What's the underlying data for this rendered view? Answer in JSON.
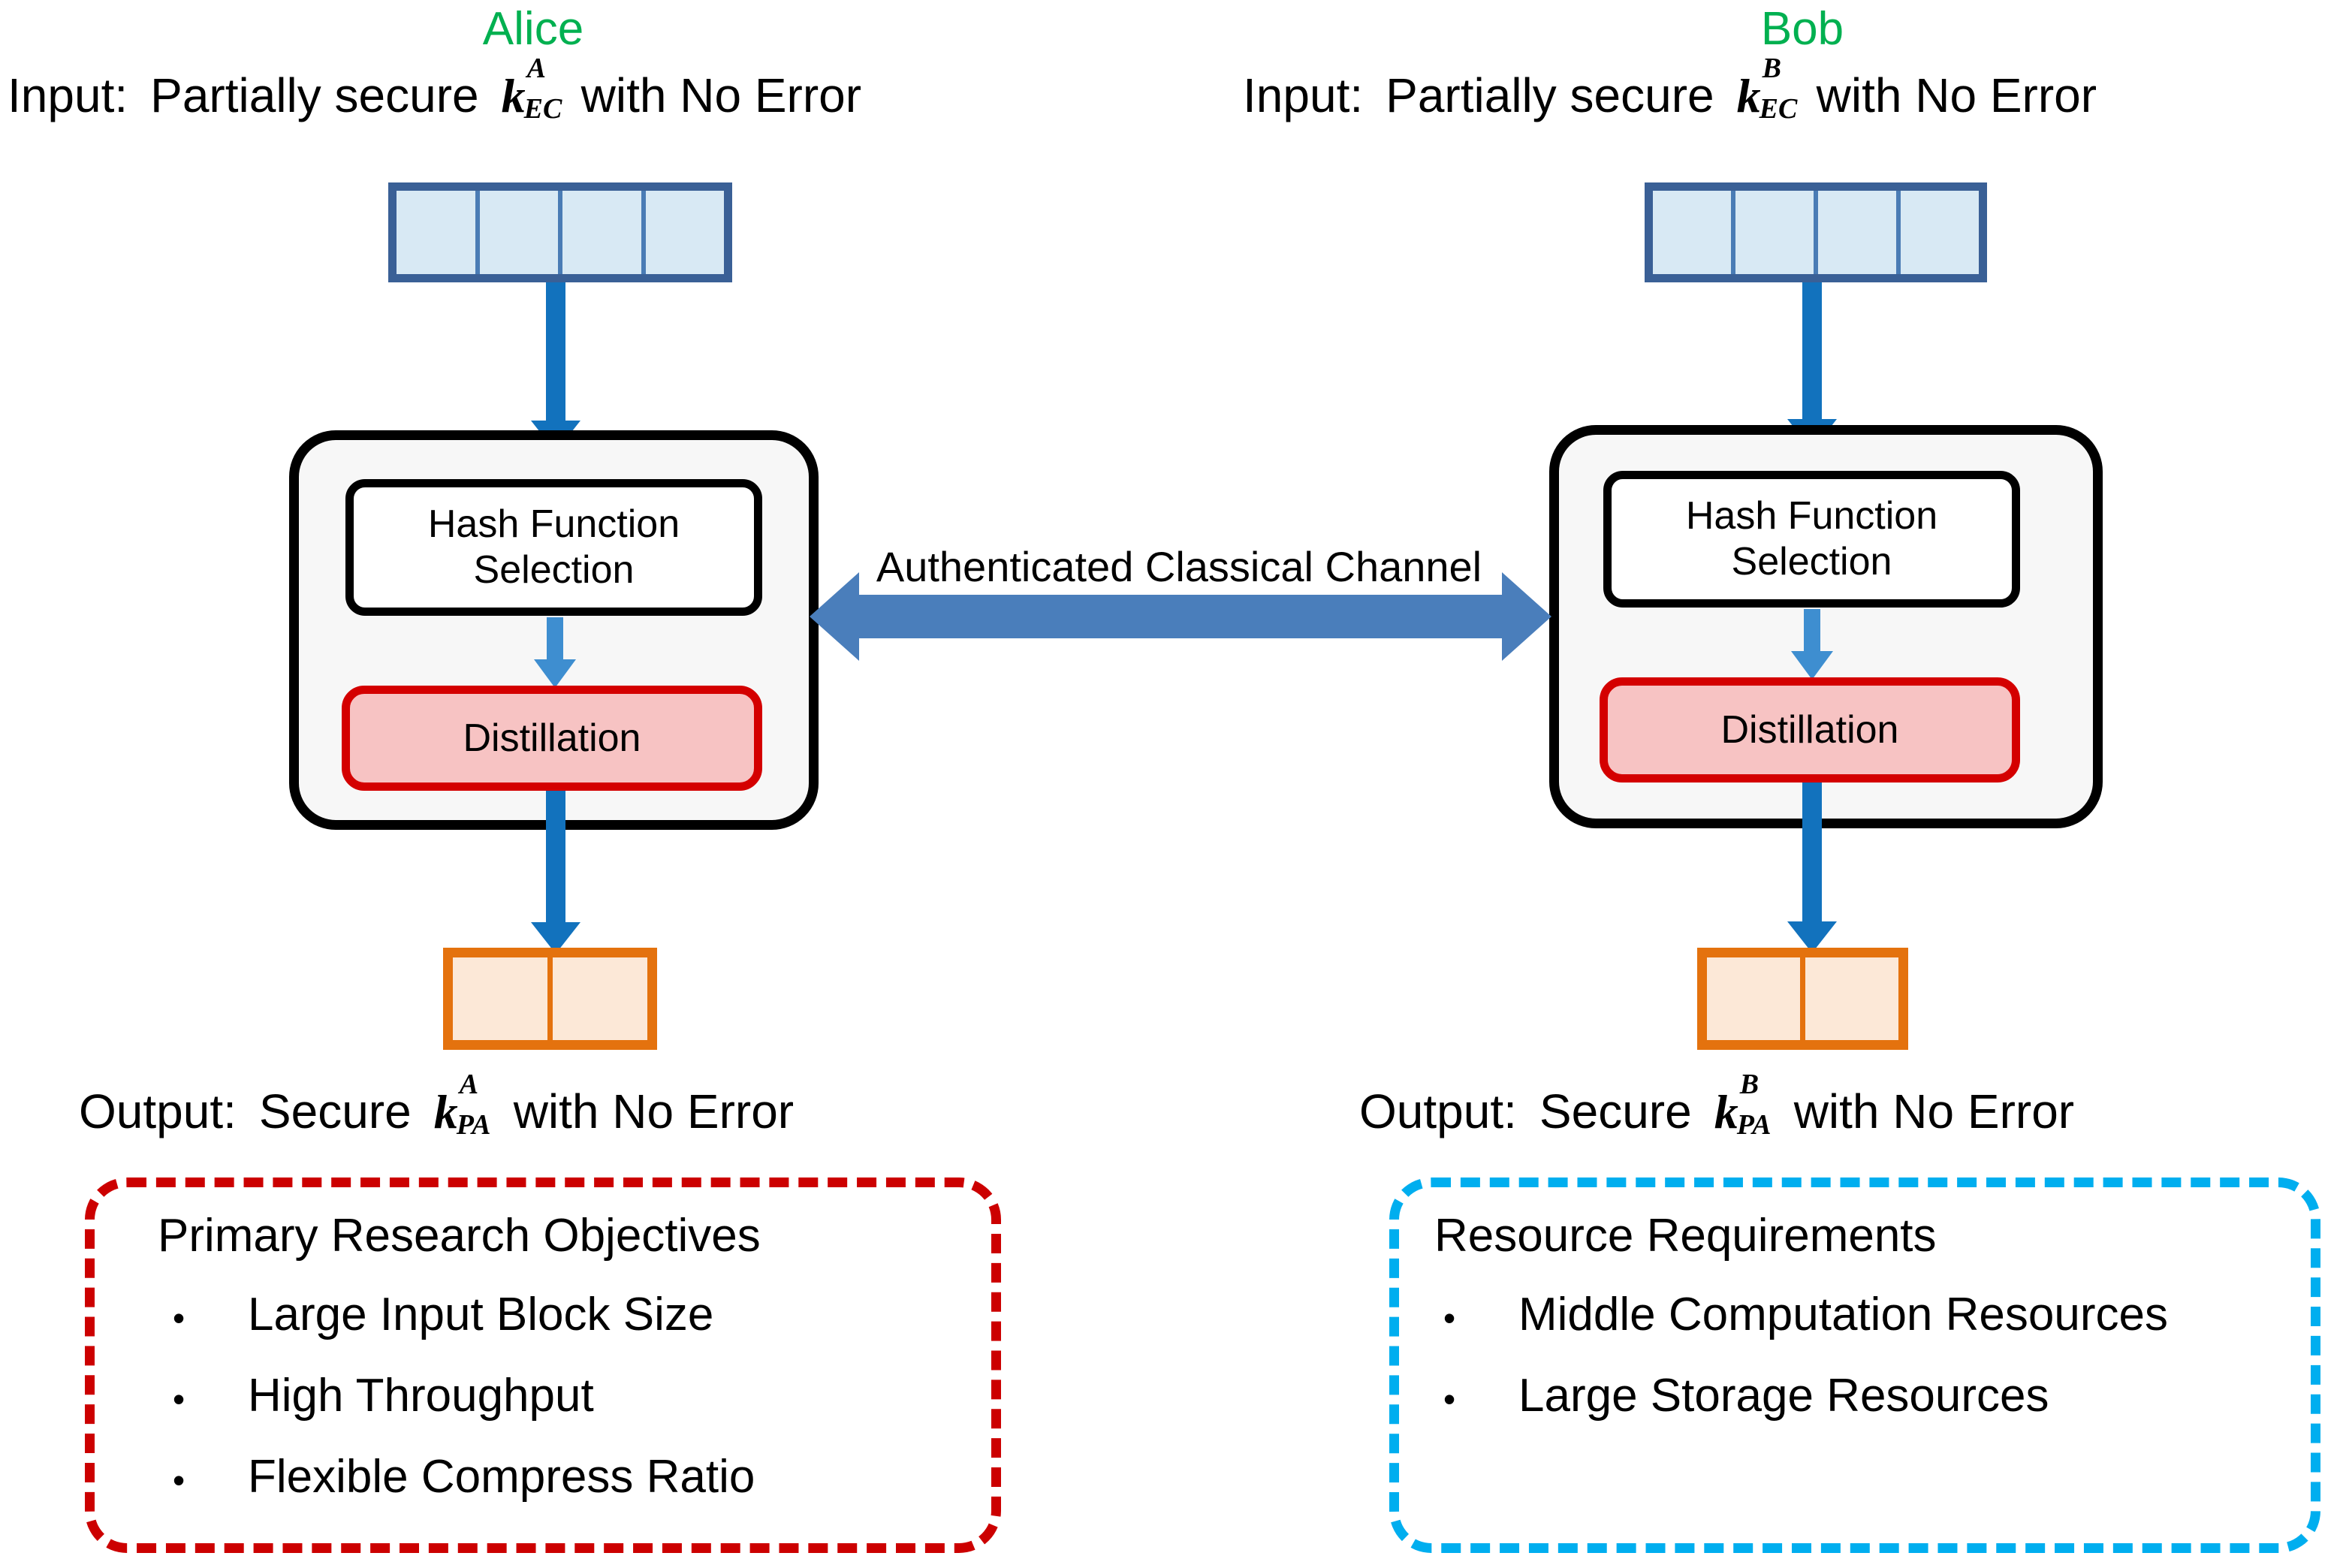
{
  "parties": {
    "alice": {
      "title": "Alice",
      "title_color": "#00b050",
      "input_caption": {
        "lead": "Input:",
        "text_before": "Partially secure",
        "key_base": "k",
        "key_sup": "A",
        "key_sub": "EC",
        "text_after": "with No Error"
      },
      "output_caption": {
        "lead": "Output:",
        "text_before": "Secure",
        "key_base": "k",
        "key_sup": "A",
        "key_sub": "PA",
        "text_after": "with No Error"
      },
      "input_block": {
        "segments": 4,
        "border_color": "#3a6096",
        "fill_color": "#d8e9f4"
      },
      "output_block": {
        "segments": 2,
        "border_color": "#e4720e",
        "fill_color": "#fce8d7"
      },
      "process": {
        "hash_box_line1": "Hash Function",
        "hash_box_line2": "Selection",
        "distill_label": "Distillation"
      }
    },
    "bob": {
      "title": "Bob",
      "title_color": "#00b050",
      "input_caption": {
        "lead": "Input:",
        "text_before": "Partially secure",
        "key_base": "k",
        "key_sup": "B",
        "key_sub": "EC",
        "text_after": "with No Error"
      },
      "output_caption": {
        "lead": "Output:",
        "text_before": "Secure",
        "key_base": "k",
        "key_sup": "B",
        "key_sub": "PA",
        "text_after": "with No Error"
      },
      "input_block": {
        "segments": 4,
        "border_color": "#3a6096",
        "fill_color": "#d8e9f4"
      },
      "output_block": {
        "segments": 2,
        "border_color": "#e4720e",
        "fill_color": "#fce8d7"
      },
      "process": {
        "hash_box_line1": "Hash Function",
        "hash_box_line2": "Selection",
        "distill_label": "Distillation"
      }
    }
  },
  "channel": {
    "label": "Authenticated Classical Channel",
    "color": "#4a7ebb",
    "direction": "bidirectional"
  },
  "panels": {
    "objectives": {
      "title": "Primary Research Objectives",
      "border_color": "#cc0000",
      "bullet_glyph": "•",
      "items": [
        "Large Input Block Size",
        "High Throughput",
        "Flexible Compress Ratio"
      ]
    },
    "resources": {
      "title": "Resource Requirements",
      "border_color": "#00aeef",
      "bullet_glyph": "•",
      "items": [
        "Middle Computation Resources",
        "Large Storage Resources"
      ]
    }
  },
  "arrows": {
    "flow_color": "#1272bd",
    "inner_flow_color": "#3e8ed0"
  }
}
